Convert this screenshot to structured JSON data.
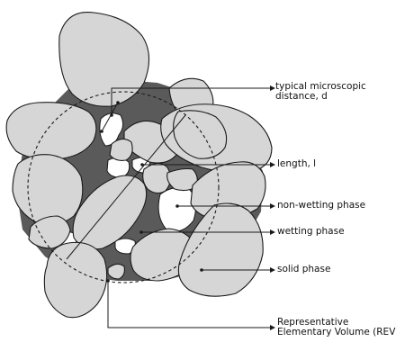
{
  "labels": {
    "microscopic_distance_line1": "typical microscopic",
    "microscopic_distance_line2": "distance, d",
    "length": "length, l",
    "non_wetting": "non-wetting phase",
    "wetting": "wetting phase",
    "solid": "solid phase",
    "rev_line1": "Representative",
    "rev_line2": "Elementary Volume (REV)"
  },
  "colors": {
    "background": "#ffffff",
    "grain_fill": "#d6d6d6",
    "wetting_fill": "#5a5a5a",
    "outline": "#1a1a1a"
  }
}
